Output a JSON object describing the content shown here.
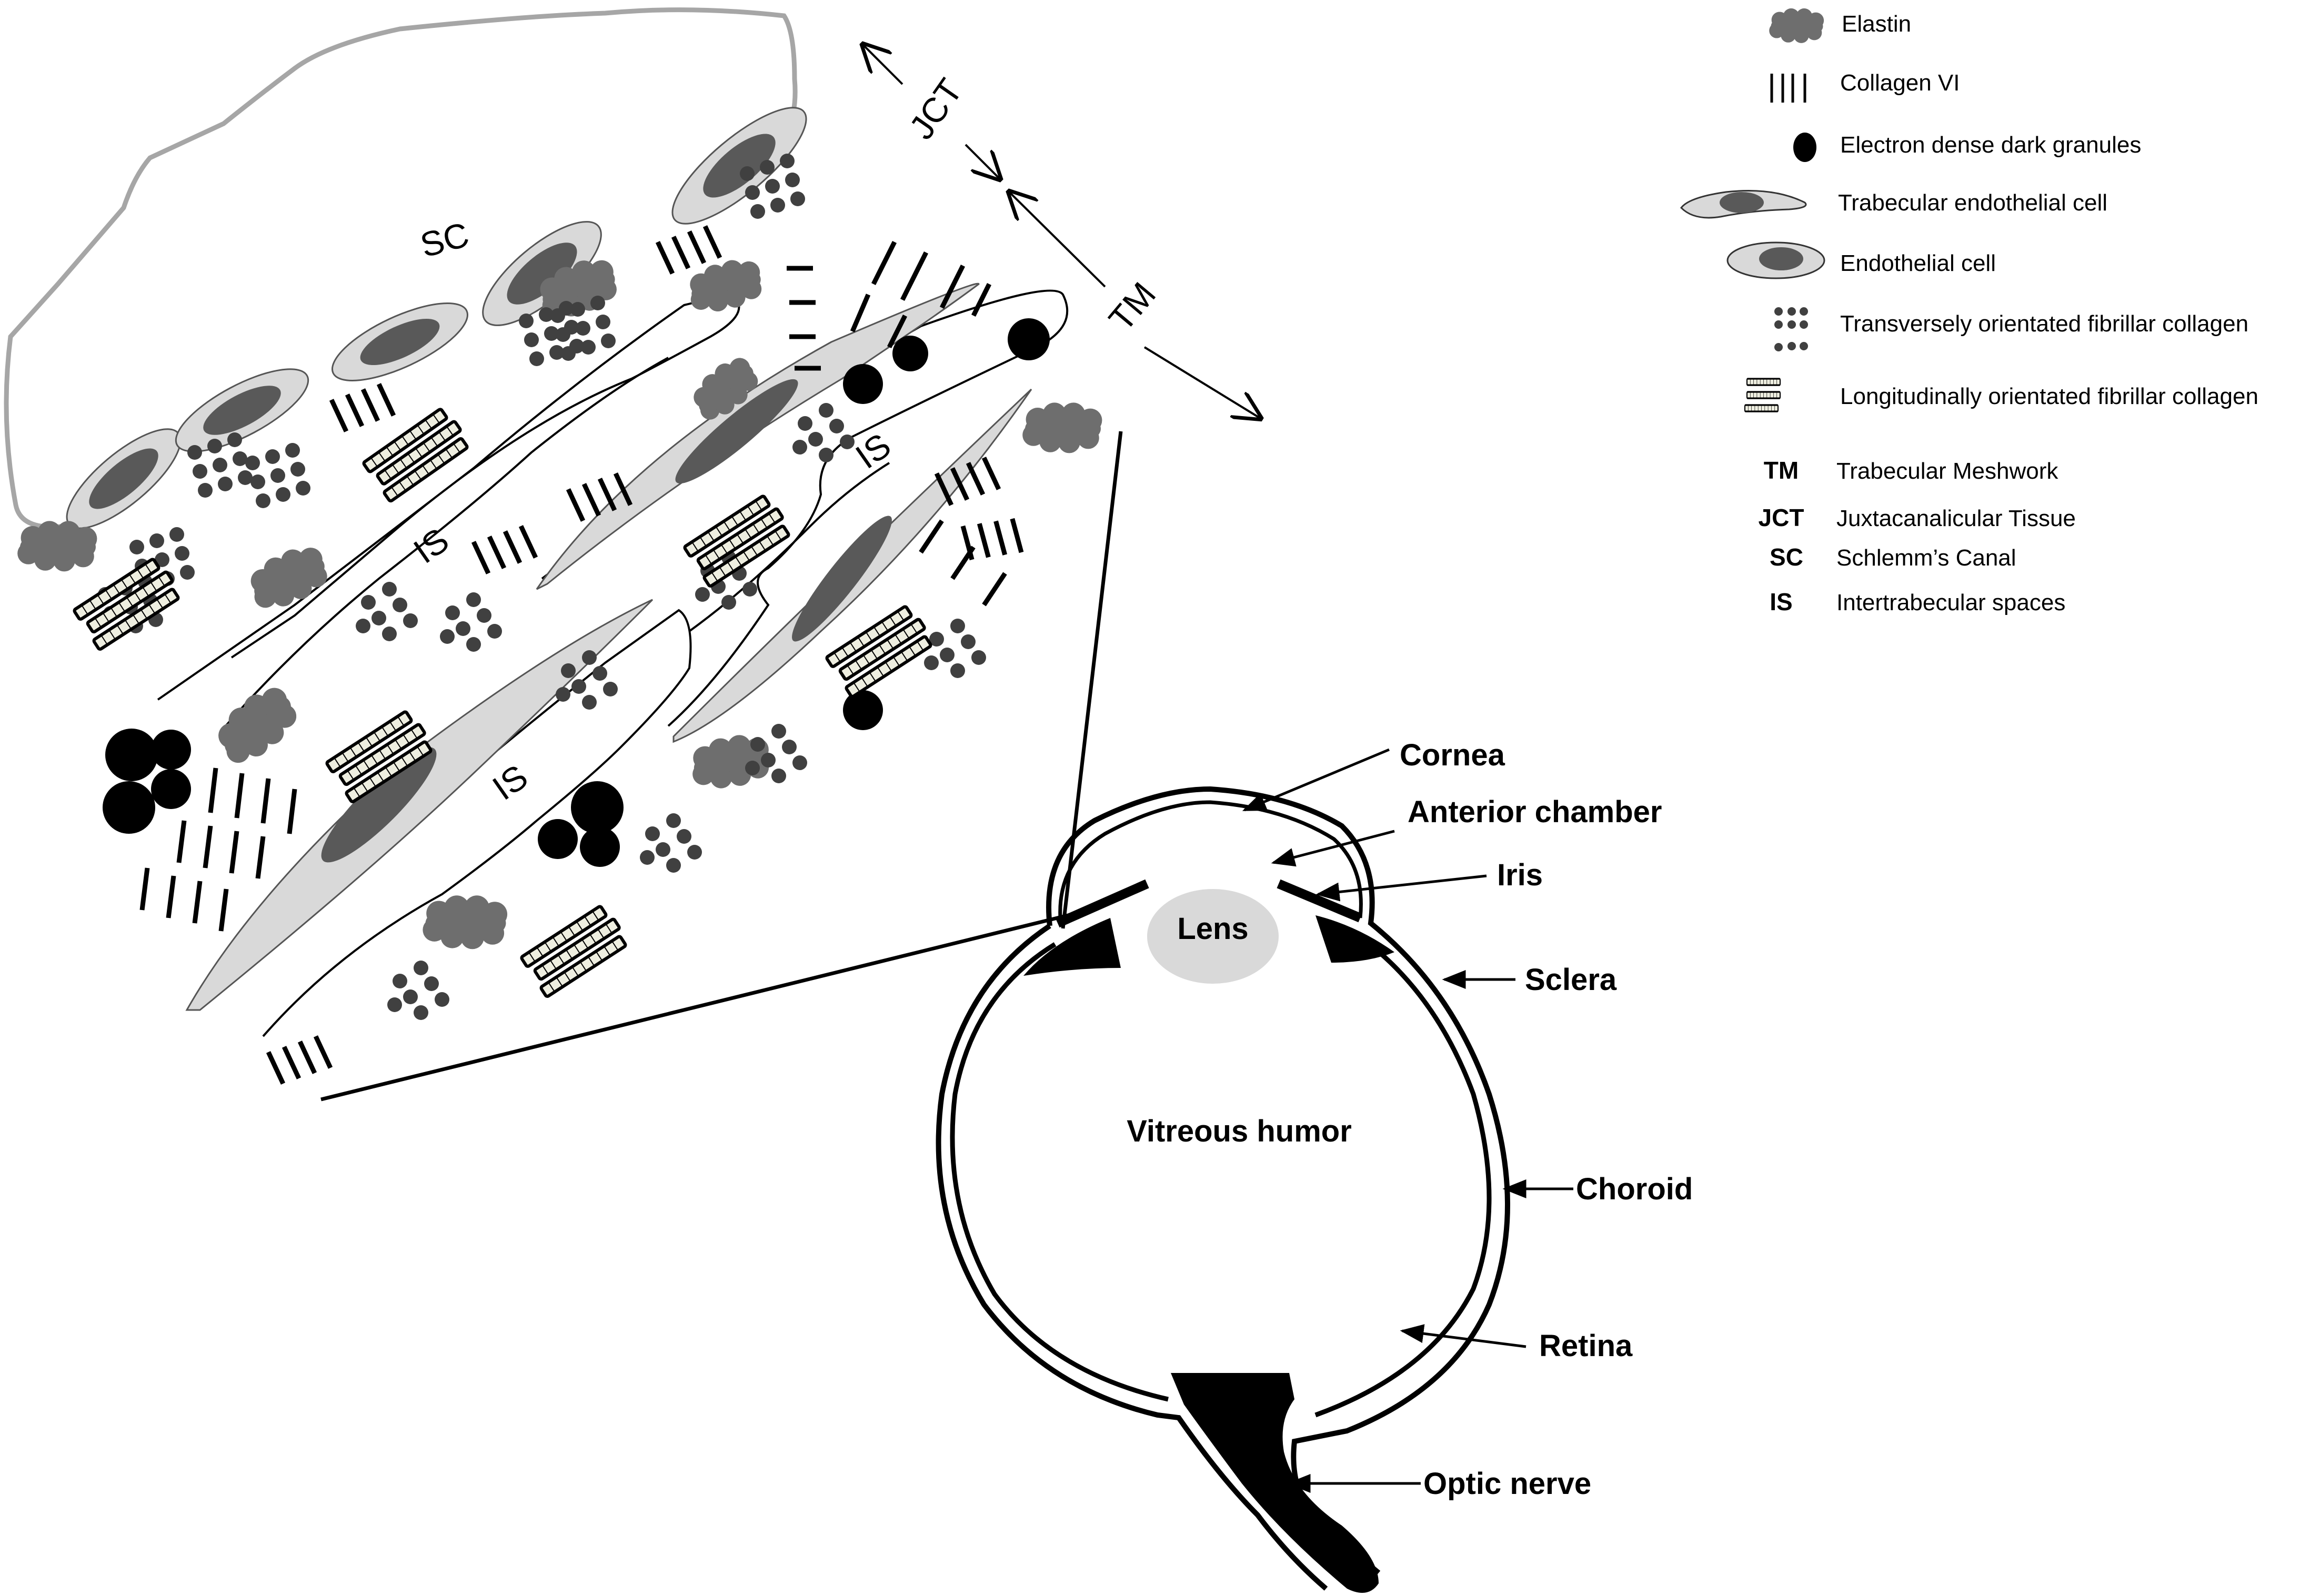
{
  "figure": {
    "description": "Schematic of the trabecular meshwork region magnified from the anterior chamber angle of the eye"
  },
  "meshwork": {
    "labels": {
      "sc": "SC",
      "jct": "JCT",
      "tm": "TM",
      "is_1": "IS",
      "is_2": "IS",
      "is_3": "IS"
    }
  },
  "legend": {
    "symbols": [
      {
        "icon": "elastin-icon",
        "label": "Elastin"
      },
      {
        "icon": "collagen-vi-icon",
        "label": "Collagen VI"
      },
      {
        "icon": "dark-granule-icon",
        "label": "Electron dense  dark granules"
      },
      {
        "icon": "trabecular-endothelial-cell-icon",
        "label": "Trabecular endothelial cell"
      },
      {
        "icon": "endothelial-cell-icon",
        "label": "Endothelial cell"
      },
      {
        "icon": "transverse-collagen-icon",
        "label": "Transversely orientated fibrillar collagen"
      },
      {
        "icon": "longitudinal-collagen-icon",
        "label": "Longitudinally orientated fibrillar collagen"
      }
    ],
    "abbreviations": [
      {
        "abbr": "TM",
        "label": "Trabecular Meshwork"
      },
      {
        "abbr": "JCT",
        "label": "Juxtacanalicular Tissue"
      },
      {
        "abbr": "SC",
        "label": "Schlemm’s Canal"
      },
      {
        "abbr": "IS",
        "label": "Intertrabecular spaces"
      }
    ]
  },
  "eye": {
    "labels": {
      "cornea": "Cornea",
      "anterior_chamber": "Anterior chamber",
      "iris": "Iris",
      "lens": "Lens",
      "sclera": "Sclera",
      "vitreous_humor": "Vitreous humor",
      "choroid": "Choroid",
      "retina": "Retina",
      "optic_nerve": "Optic nerve"
    }
  },
  "colors": {
    "elastin": "#6e6e6e",
    "cell_body": "#d9d9d9",
    "nucleus": "#595959",
    "collagen_dot": "#404040",
    "collagen_bundle_fill": "#eeeee0",
    "canal_outline": "#a6a6a6",
    "lens": "#d9d9d9",
    "ink": "#000000"
  }
}
